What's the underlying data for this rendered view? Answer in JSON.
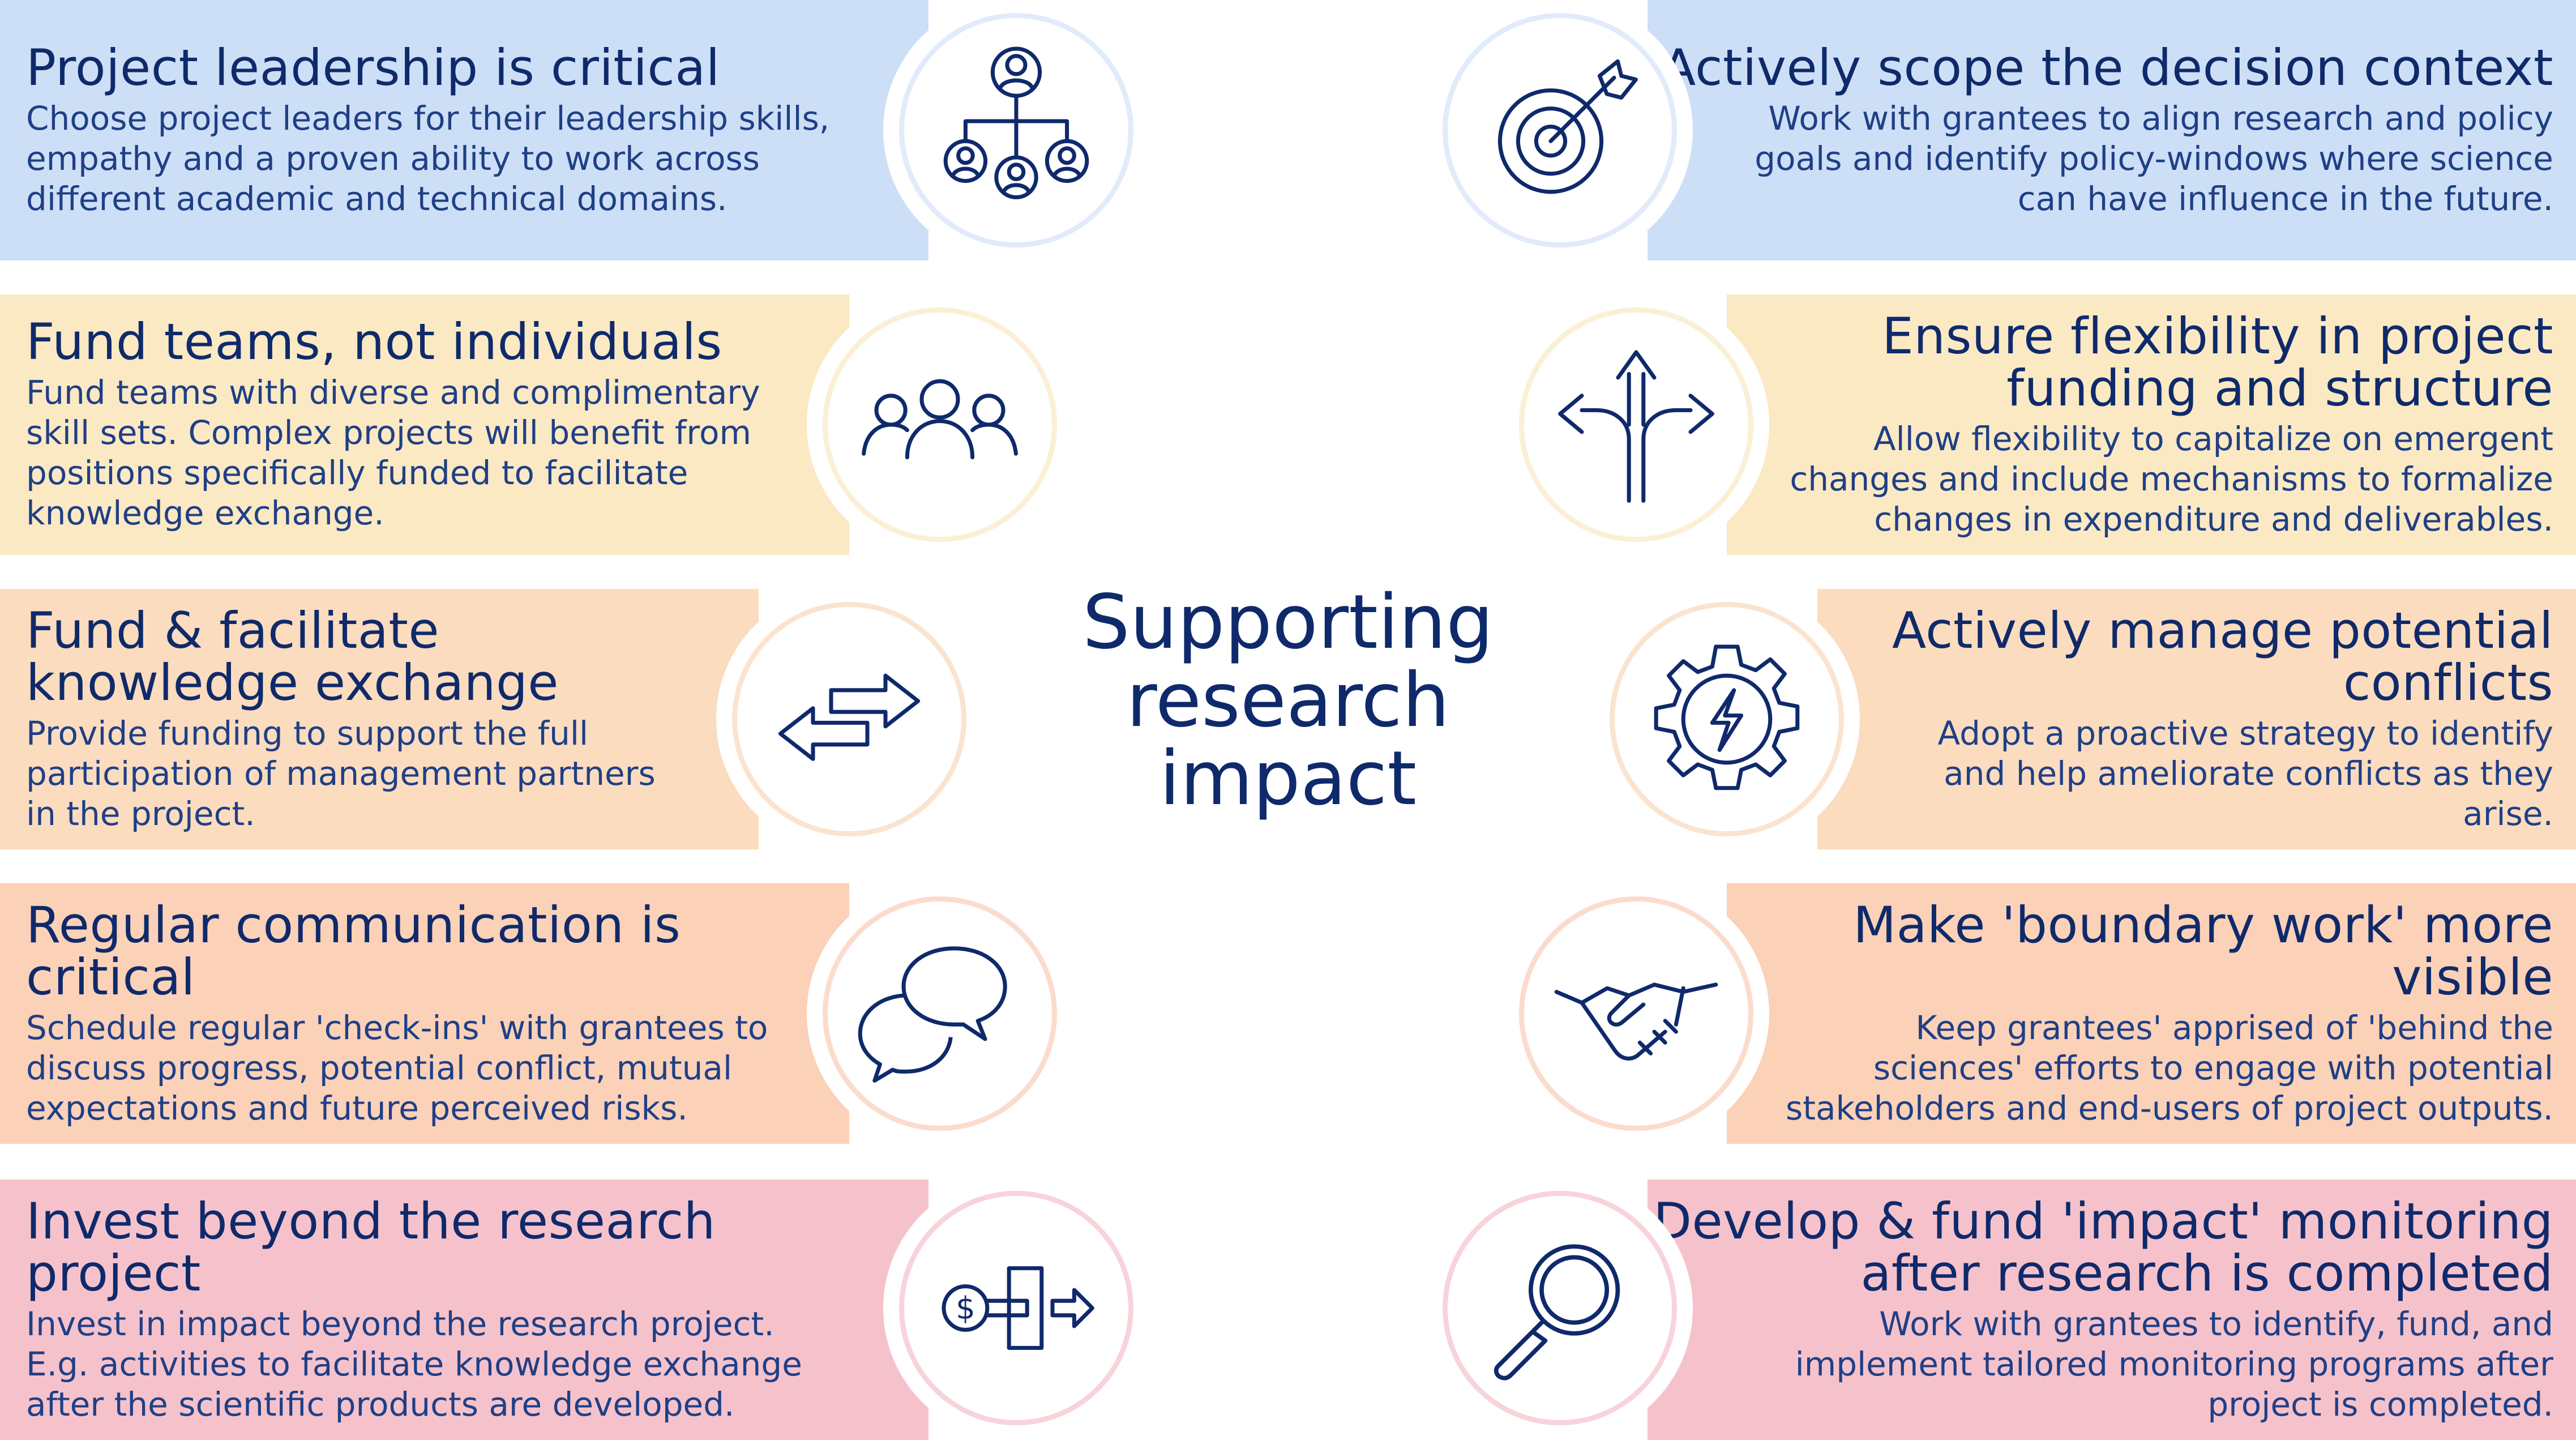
{
  "center_title": [
    "Supporting",
    "research",
    "impact"
  ],
  "colors": {
    "text": "#0f2a6b",
    "blue_band": "#cddff6",
    "yellow_band": "#fbe9c3",
    "peach_band": "#fbdcbe",
    "orange_band": "#fbd1b8",
    "pink_band": "#f5c2cb"
  },
  "left": [
    {
      "title": [
        "Project leadership is critical"
      ],
      "desc": [
        "Choose project leaders for their leadership skills,",
        "empathy and a proven ability to work across",
        "different academic and technical domains."
      ],
      "icon": "team-leader-icon"
    },
    {
      "title": [
        "Fund teams, not individuals"
      ],
      "desc": [
        "Fund teams with diverse and complimentary",
        "skill sets. Complex projects will benefit from",
        "positions specifically funded to facilitate",
        "knowledge exchange."
      ],
      "icon": "group-people-icon"
    },
    {
      "title": [
        "Fund & facilitate",
        "knowledge exchange"
      ],
      "desc": [
        "Provide funding to support the full",
        "participation of management partners",
        "in the project."
      ],
      "icon": "exchange-arrows-icon"
    },
    {
      "title": [
        "Regular communication is",
        "critical"
      ],
      "desc": [
        "Schedule regular 'check-ins' with grantees to",
        "discuss progress, potential conflict, mutual",
        "expectations and future perceived risks."
      ],
      "icon": "speech-bubbles-icon"
    },
    {
      "title": [
        "Invest beyond the research",
        "project"
      ],
      "desc": [
        "Invest in impact beyond the research project.",
        "E.g. activities to facilitate knowledge exchange",
        "after the scientific products are developed."
      ],
      "icon": "money-transfer-icon"
    }
  ],
  "right": [
    {
      "title": [
        "Actively scope the decision context"
      ],
      "desc": [
        "Work with grantees to align research and policy",
        "goals and identify policy-windows where science",
        "can have influence in the future."
      ],
      "icon": "target-arrow-icon"
    },
    {
      "title": [
        "Ensure flexibility in project",
        "funding and structure"
      ],
      "desc": [
        "Allow flexibility to capitalize on emergent",
        "changes and include mechanisms to formalize",
        "changes in expenditure and deliverables."
      ],
      "icon": "split-arrows-icon"
    },
    {
      "title": [
        "Actively manage potential",
        "conflicts"
      ],
      "desc": [
        "Adopt a proactive strategy to identify",
        "and help ameliorate conflicts as they",
        "arise."
      ],
      "icon": "gear-lightning-icon"
    },
    {
      "title": [
        "Make 'boundary work' more",
        "visible"
      ],
      "desc": [
        "Keep grantees' apprised of 'behind the",
        "sciences' efforts to engage with potential",
        "stakeholders and end-users of project outputs."
      ],
      "icon": "handshake-icon"
    },
    {
      "title": [
        "Develop & fund 'impact' monitoring",
        "after research is completed"
      ],
      "desc": [
        "Work with grantees to identify, fund, and",
        "implement tailored monitoring programs after",
        "project is completed."
      ],
      "icon": "magnifier-icon"
    }
  ]
}
